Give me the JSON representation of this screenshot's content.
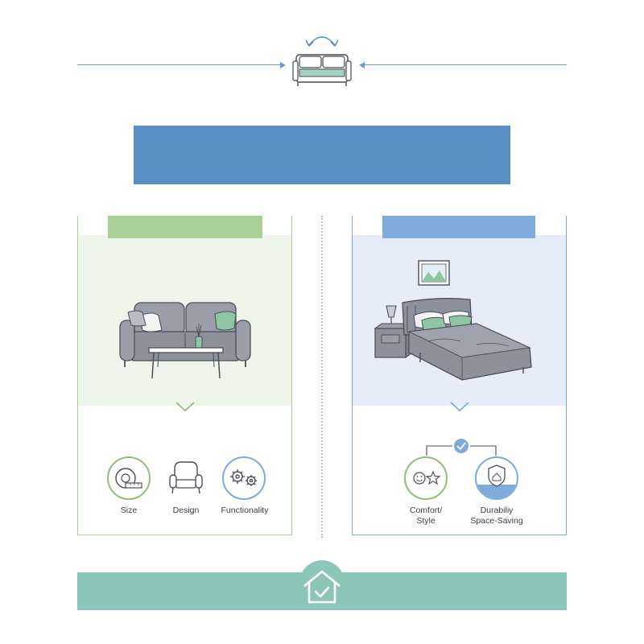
{
  "colors": {
    "line_blue": "#6a9bd0",
    "banner_blue": "#5a8fc4",
    "green_accent": "#a9cf98",
    "blue_accent": "#7eaadc",
    "teal_footer": "#8cc6b8"
  },
  "icons": {
    "top": "sofa-bed-convert-icon",
    "left_illustration": "sofa-with-coffee-table-icon",
    "right_illustration": "bed-with-nightstand-icon",
    "footer": "house-check-icon"
  },
  "left_panel": {
    "features": [
      {
        "icon": "tape-measure-icon",
        "label": "Size"
      },
      {
        "icon": "armchair-icon",
        "label": "Design"
      },
      {
        "icon": "gears-icon",
        "label": "Functionality"
      }
    ]
  },
  "right_panel": {
    "features": [
      {
        "icon": "smiley-star-icon",
        "label_line1": "Comfort/",
        "label_line2": "Style"
      },
      {
        "icon": "shield-house-icon",
        "label_line1": "Durabiliy",
        "label_line2": "Space-Saving"
      }
    ]
  }
}
